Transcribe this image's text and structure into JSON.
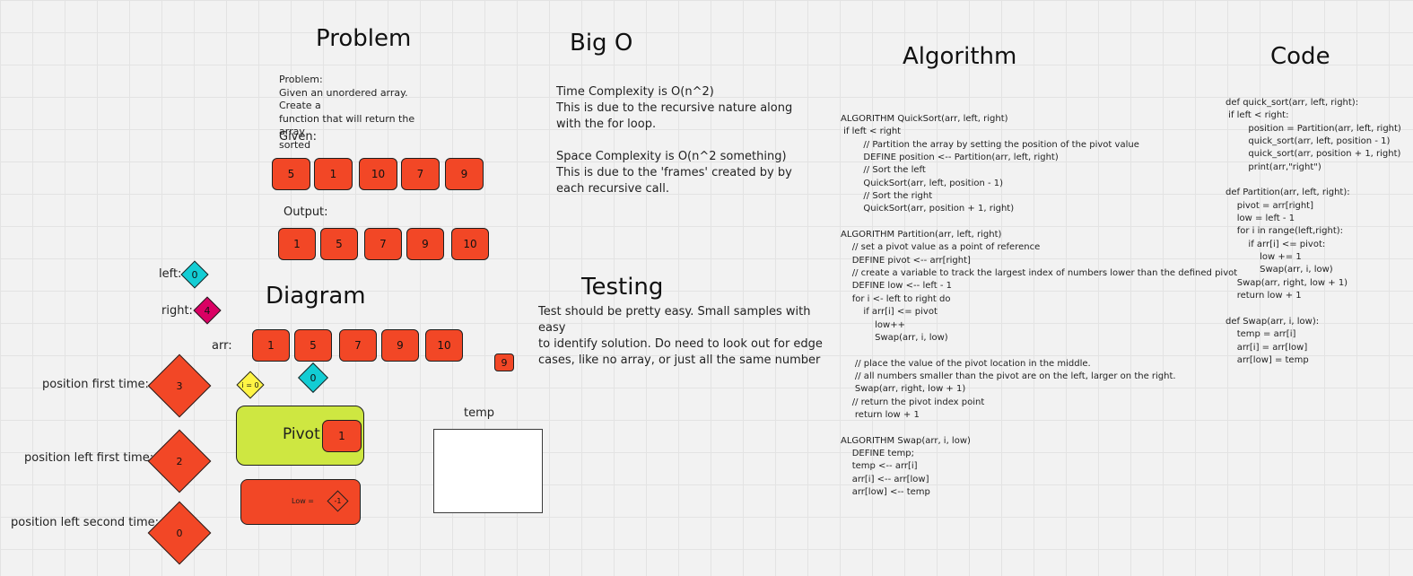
{
  "headings": {
    "problem": "Problem",
    "big_o": "Big O",
    "algorithm": "Algorithm",
    "code": "Code",
    "diagram": "Diagram",
    "testing": "Testing"
  },
  "problem": {
    "lines": [
      "Problem:",
      "Given an unordered array. Create a",
      "function that will return the array",
      "sorted"
    ],
    "given_label": "Given:",
    "given_values": [
      "5",
      "1",
      "10",
      "7",
      "9"
    ],
    "output_label": "Output:",
    "output_values": [
      "1",
      "5",
      "7",
      "9",
      "10"
    ]
  },
  "big_o": {
    "lines": [
      "Time Complexity is O(n^2)",
      "This is due to the recursive nature along",
      "with the for loop.",
      "",
      "Space Complexity is O(n^2 something)",
      "This is due to the 'frames' created by by",
      "each recursive call."
    ]
  },
  "testing": {
    "lines": [
      "Test should be pretty easy. Small samples with easy",
      "to identify solution. Do need to look out for edge",
      "cases, like no array, or just all the same number"
    ]
  },
  "algorithm": {
    "text": "ALGORITHM QuickSort(arr, left, right)\n if left < right\n        // Partition the array by setting the position of the pivot value\n        DEFINE position <-- Partition(arr, left, right)\n        // Sort the left\n        QuickSort(arr, left, position - 1)\n        // Sort the right\n        QuickSort(arr, position + 1, right)\n\nALGORITHM Partition(arr, left, right)\n    // set a pivot value as a point of reference\n    DEFINE pivot <-- arr[right]\n    // create a variable to track the largest index of numbers lower than the defined pivot\n    DEFINE low <-- left - 1\n    for i <- left to right do\n        if arr[i] <= pivot\n            low++\n            Swap(arr, i, low)\n\n     // place the value of the pivot location in the middle.\n     // all numbers smaller than the pivot are on the left, larger on the right.\n     Swap(arr, right, low + 1)\n    // return the pivot index point\n     return low + 1\n\nALGORITHM Swap(arr, i, low)\n    DEFINE temp;\n    temp <-- arr[i]\n    arr[i] <-- arr[low]\n    arr[low] <-- temp"
  },
  "code": {
    "text": "def quick_sort(arr, left, right):\n if left < right:\n        position = Partition(arr, left, right)\n        quick_sort(arr, left, position - 1)\n        quick_sort(arr, position + 1, right)\n        print(arr,\"right\")\n\ndef Partition(arr, left, right):\n    pivot = arr[right]\n    low = left - 1\n    for i in range(left,right):\n        if arr[i] <= pivot:\n            low += 1\n            Swap(arr, i, low)\n    Swap(arr, right, low + 1)\n    return low + 1\n\ndef Swap(arr, i, low):\n    temp = arr[i]\n    arr[i] = arr[low]\n    arr[low] = temp"
  },
  "diagram": {
    "left_label": "left:",
    "left_value": "0",
    "right_label": "right:",
    "right_value": "4",
    "arr_label": "arr:",
    "arr_values": [
      "1",
      "5",
      "7",
      "9",
      "10"
    ],
    "loose_value": "9",
    "i_marker": "i = 0",
    "index_marker": "0",
    "position_first_label": "position first time:",
    "position_first_value": "3",
    "position_left_first_label": "position left first time:",
    "position_left_first_value": "2",
    "position_left_second_label": "position left second time:",
    "position_left_second_value": "0",
    "pivot_label": "Pivot",
    "pivot_value": "1",
    "low_label": "Low =",
    "low_value": "-1",
    "temp_label": "temp"
  },
  "colors": {
    "orange": "#f24726",
    "cyan": "#12cdd4",
    "magenta": "#da0063",
    "yellow": "#fef445",
    "lime": "#cee741",
    "canvas": "#f2f2f2"
  }
}
